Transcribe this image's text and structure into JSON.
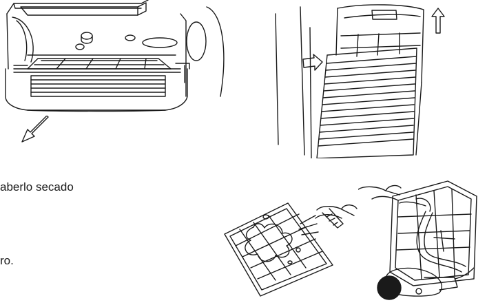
{
  "text": {
    "line_1": "aberlo secado",
    "line_2": "ro."
  },
  "colors": {
    "ink": "#1a1a1a",
    "paper": "#ffffff"
  },
  "icons": [
    "filter-tray-illustration",
    "filter-removal-illustration",
    "filter-cleaning-illustration",
    "vacuum-cleaner-illustration"
  ]
}
